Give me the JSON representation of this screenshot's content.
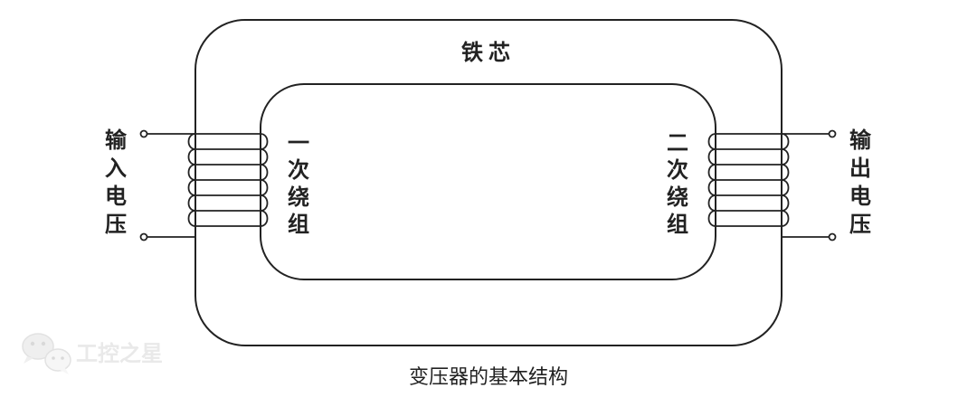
{
  "core": {
    "label": "铁芯"
  },
  "primary": {
    "coil_label": [
      "一",
      "次",
      "绕",
      "组"
    ],
    "terminal_label": [
      "输",
      "入",
      "电",
      "压"
    ]
  },
  "secondary": {
    "coil_label": [
      "二",
      "次",
      "绕",
      "组"
    ],
    "terminal_label": [
      "输",
      "出",
      "电",
      "压"
    ]
  },
  "caption": "变压器的基本结构",
  "watermark": {
    "text": "工控之星",
    "icon": "wechat-icon"
  },
  "colors": {
    "line": "#222222",
    "background": "#ffffff",
    "watermark": "#e9e9e9"
  }
}
